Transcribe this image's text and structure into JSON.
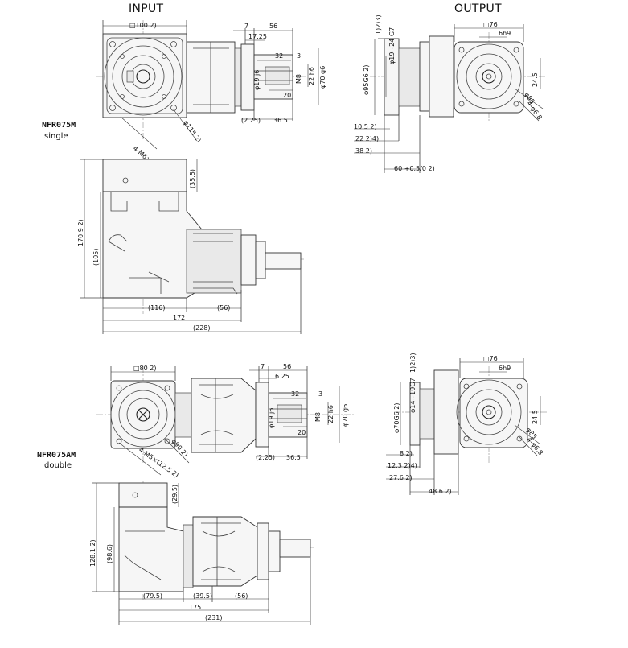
{
  "headings": {
    "input": "INPUT",
    "output": "OUTPUT"
  },
  "models": {
    "single": {
      "code": "NFR075M",
      "type": "single"
    },
    "double": {
      "code": "NFR075AM",
      "type": "double"
    }
  },
  "dims": {
    "d_100": "□100  2)",
    "d_7a": "7",
    "d_56a": "56",
    "d_1725": "17.25",
    "d_32a": "32",
    "d_3a": "3",
    "d_19a": "φ19 j6",
    "d_m8a": "M8",
    "d_22a": "22 h6",
    "d_70a": "φ70 g6",
    "d_20a": "20",
    "d_225a": "(2.25)",
    "d_365a": "36.5",
    "d_115": "φ115  2)",
    "d_4m6a": "4-M6×(15  2)",
    "d_1_2_3a": "1)2)3)",
    "d_19_24": "φ19~24 G7",
    "d_95g6": "φ95G6  2)",
    "d_76a": "□76",
    "d_6h9a": "6h9",
    "d_245a": "24.5",
    "d_85a": "φ85",
    "d_4_68a": "4-φ6.8",
    "d_105": "10.5  2)",
    "d_22_24": "22  2)4)",
    "d_38": "38  2)",
    "d_60": "60 +0.5/0  2)",
    "d_355": "(35.5)",
    "d_1709": "170.9  2)",
    "d_105p": "(105)",
    "d_116": "(116)",
    "d_56p": "(56)",
    "d_172": "172",
    "d_228": "(228)",
    "d_80": "□80  2)",
    "d_7b": "7",
    "d_56b": "56",
    "d_625": "6.25",
    "d_32b": "32",
    "d_3b": "3",
    "d_19b": "φ19 j6",
    "d_m8b": "M8",
    "d_22b": "22 h6",
    "d_70b": "φ70 g6",
    "d_20b": "20",
    "d_225b": "(2.25)",
    "d_365b": "36.5",
    "d_90": "φ90  2)",
    "d_4m5": "4-M5×(12.5  2)",
    "d_1_2_3b": "1)2)3)",
    "d_14_19": "φ14~19G7",
    "d_70g6": "φ70G6  2)",
    "d_76b": "□76",
    "d_6h9b": "6h9",
    "d_245b": "24.5",
    "d_85b": "φ85",
    "d_4_68b": "4-φ6.8",
    "d_8": "8  2)",
    "d_123": "12.3  2)4)",
    "d_276": "27.6  2)",
    "d_486": "48.6  2)",
    "d_295": "(29.5)",
    "d_1281": "128.1  2)",
    "d_986": "(98.6)",
    "d_795": "(79.5)",
    "d_395": "(39.5)",
    "d_56q": "(56)",
    "d_175": "175",
    "d_231": "(231)"
  }
}
